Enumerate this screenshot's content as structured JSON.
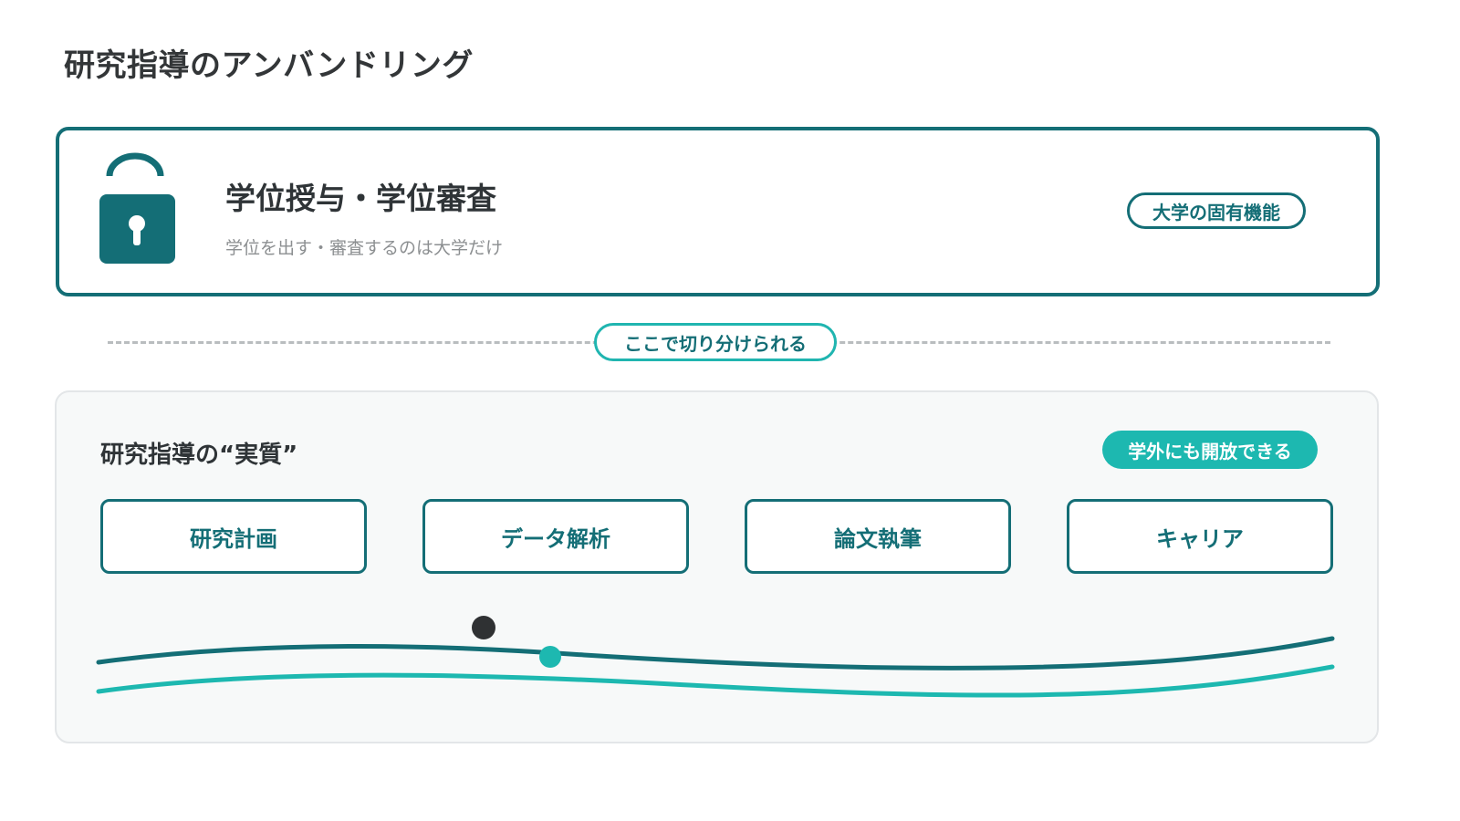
{
  "page": {
    "title": "研究指導のアンバンドリング"
  },
  "top_card": {
    "title": "学位授与・学位審査",
    "subtitle": "学位を出す・審査するのは大学だけ",
    "badge": "大学の固有機能",
    "icon": "lock-icon"
  },
  "divider": {
    "label": "ここで切り分けられる"
  },
  "bottom_panel": {
    "title": "研究指導の“実質”",
    "badge": "学外にも開放できる",
    "items": [
      {
        "label": "研究計画"
      },
      {
        "label": "データ解析"
      },
      {
        "label": "論文執筆"
      },
      {
        "label": "キャリア"
      }
    ]
  },
  "colors": {
    "primary_dark_teal": "#146e76",
    "accent_teal": "#1db8b0",
    "text_dark": "#2f3437",
    "text_muted": "#8c8f91",
    "divider_gray": "#b9bdbf",
    "panel_bg": "#f7f9f9",
    "dot_dark": "#2f3133"
  }
}
